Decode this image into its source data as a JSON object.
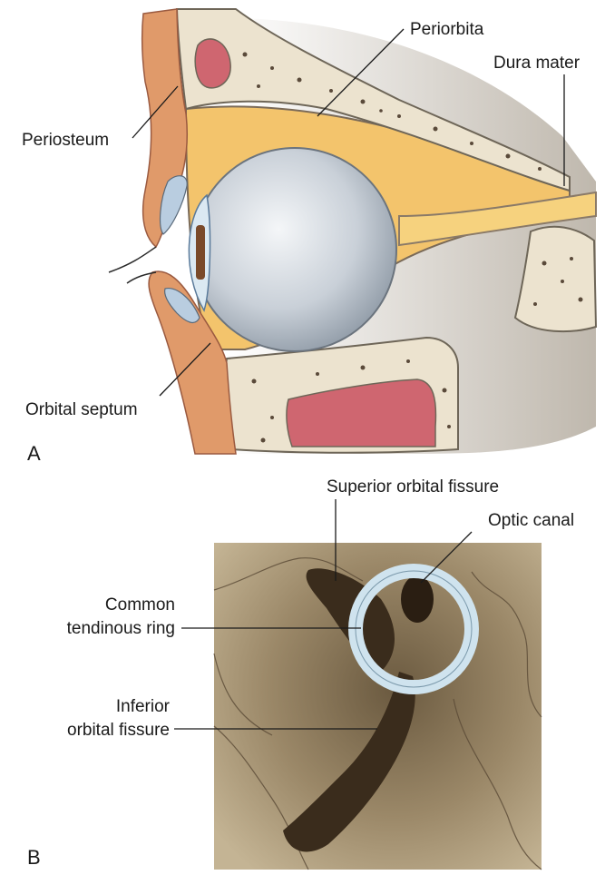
{
  "panels": {
    "a": {
      "letter": "A",
      "labels": {
        "periorbita": "Periorbita",
        "dura_mater": "Dura mater",
        "periosteum": "Periosteum",
        "orbital_septum": "Orbital septum"
      }
    },
    "b": {
      "letter": "B",
      "labels": {
        "superior_orbital_fissure": "Superior orbital fissure",
        "optic_canal": "Optic canal",
        "common_tendinous_ring_line1": "Common",
        "common_tendinous_ring_line2": "tendinous ring",
        "inferior_orbital_fissure_line1": "Inferior",
        "inferior_orbital_fissure_line2": "orbital fissure"
      }
    }
  },
  "colors": {
    "fat": "#f3c46c",
    "bone": "#ece3cf",
    "marrow": "#cf6670",
    "skin": "#e09a6a",
    "eyeball": "#c9d0d8",
    "orbit_wall": "#a08e72",
    "ring": "#cfe3ee"
  }
}
